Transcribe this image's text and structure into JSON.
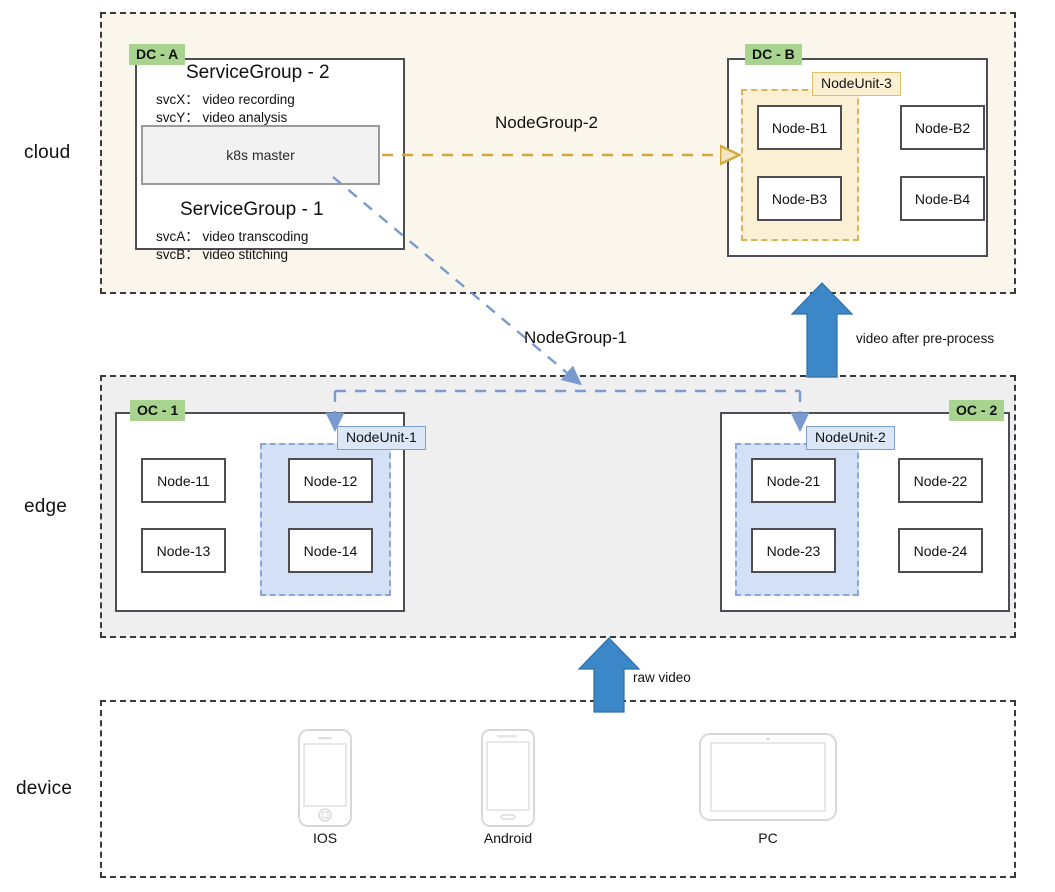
{
  "tiers": [
    {
      "name": "cloud",
      "label": "cloud"
    },
    {
      "name": "edge",
      "label": "edge"
    },
    {
      "name": "device",
      "label": "device"
    }
  ],
  "cloud": {
    "dc_a": {
      "badge": "DC - A",
      "service_groups": [
        {
          "title": "ServiceGroup - 2",
          "services": [
            "svcX： video recording",
            "svcY： video analysis"
          ]
        },
        {
          "title": "ServiceGroup - 1",
          "services": [
            "svcA： video transcoding",
            "svcB： video stitching"
          ]
        }
      ],
      "k8s_master": "k8s master"
    },
    "dc_b": {
      "badge": "DC - B",
      "unit_label": "NodeUnit-3",
      "nodes": [
        "Node-B1",
        "Node-B2",
        "Node-B3",
        "Node-B4"
      ],
      "unit_members": [
        "Node-B1",
        "Node-B3"
      ]
    }
  },
  "edge": {
    "oc_1": {
      "badge": "OC - 1",
      "unit_label": "NodeUnit-1",
      "nodes": [
        "Node-11",
        "Node-12",
        "Node-13",
        "Node-14"
      ],
      "unit_members": [
        "Node-12",
        "Node-14"
      ]
    },
    "oc_2": {
      "badge": "OC - 2",
      "unit_label": "NodeUnit-2",
      "nodes": [
        "Node-21",
        "Node-22",
        "Node-23",
        "Node-24"
      ],
      "unit_members": [
        "Node-21",
        "Node-23"
      ]
    }
  },
  "device": {
    "items": [
      {
        "icon": "iphone-icon",
        "caption": "IOS"
      },
      {
        "icon": "android-icon",
        "caption": "Android"
      },
      {
        "icon": "tablet-icon",
        "caption": "PC"
      }
    ]
  },
  "flows": {
    "node_group_2": "NodeGroup-2",
    "node_group_1": "NodeGroup-1",
    "raw_video": "raw video",
    "video_after_preprocess": "video after pre-process"
  },
  "colors": {
    "cloud_band": "#faf6ec",
    "edge_band": "#efeff0",
    "badge_green": "#a8d490",
    "unit_blue_fill": "#d3e0f5",
    "unit_blue_stroke": "#8aa7d6",
    "unit_gold_fill": "#fbf0d4",
    "unit_gold_stroke": "#dab558",
    "block_arrow": "#3b87c7",
    "dashed_blue": "#7a9bd0",
    "dashed_gold": "#d3a83c",
    "box_stroke": "#4d4d54"
  }
}
